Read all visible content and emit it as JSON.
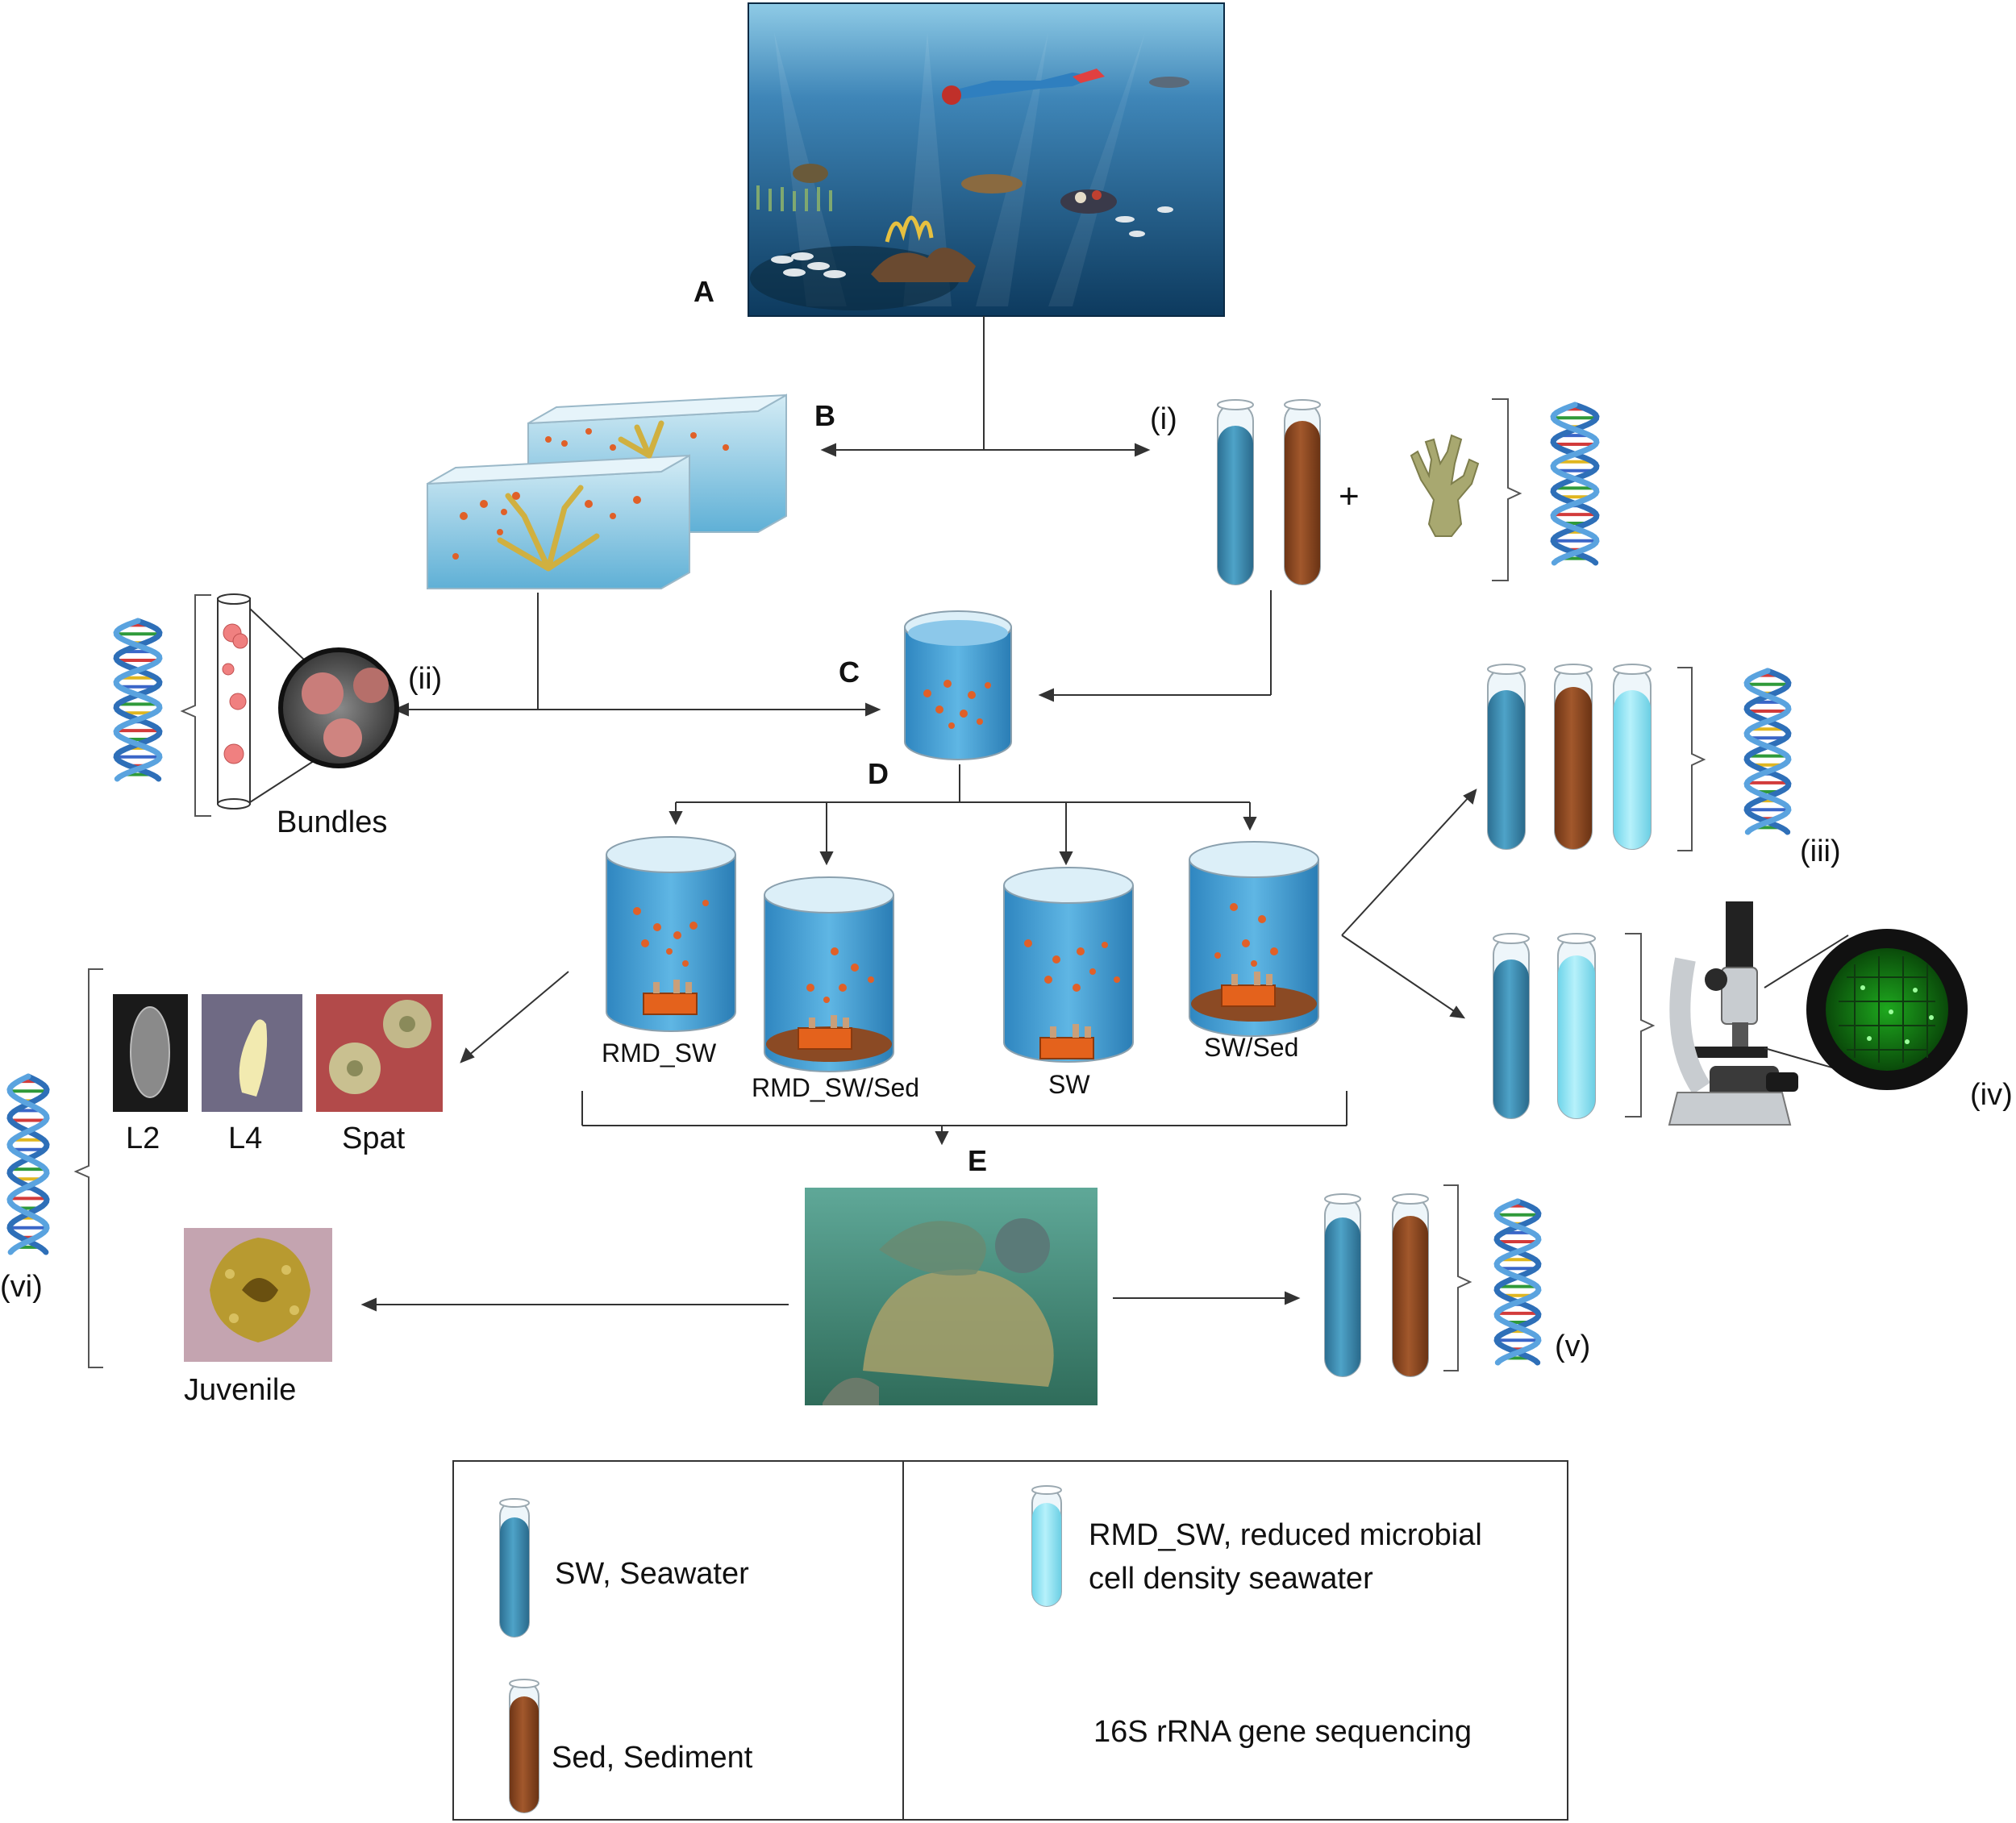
{
  "panels": {
    "a": "A",
    "b": "B",
    "c": "C",
    "d": "D",
    "e": "E"
  },
  "roman": {
    "i": "(i)",
    "ii": "(ii)",
    "iii": "(iii)",
    "iv": "(iv)",
    "v": "(v)",
    "vi": "(vi)"
  },
  "plus_sign": "+",
  "labels": {
    "bundles": "Bundles",
    "rmd_sw": "RMD_SW",
    "rmd_sw_sed": "RMD_SW/Sed",
    "sw": "SW",
    "sw_sed": "SW/Sed",
    "l2": "L2",
    "l4": "L4",
    "spat": "Spat",
    "juvenile": "Juvenile"
  },
  "legend": {
    "sw": "SW, Seawater",
    "sed": "Sed, Sediment",
    "rmd_line1": "RMD_SW, reduced microbial",
    "rmd_line2": "cell density seawater",
    "seq": "16S rRNA gene sequencing"
  },
  "colors": {
    "seawater": "#3f8fb4",
    "sediment": "#8b4a24",
    "rmd_seawater": "#8fe6f5",
    "tank_water": "#4ba3d8",
    "larva_orange": "#e0601a",
    "ocean_dark": "#0d3a5e"
  }
}
